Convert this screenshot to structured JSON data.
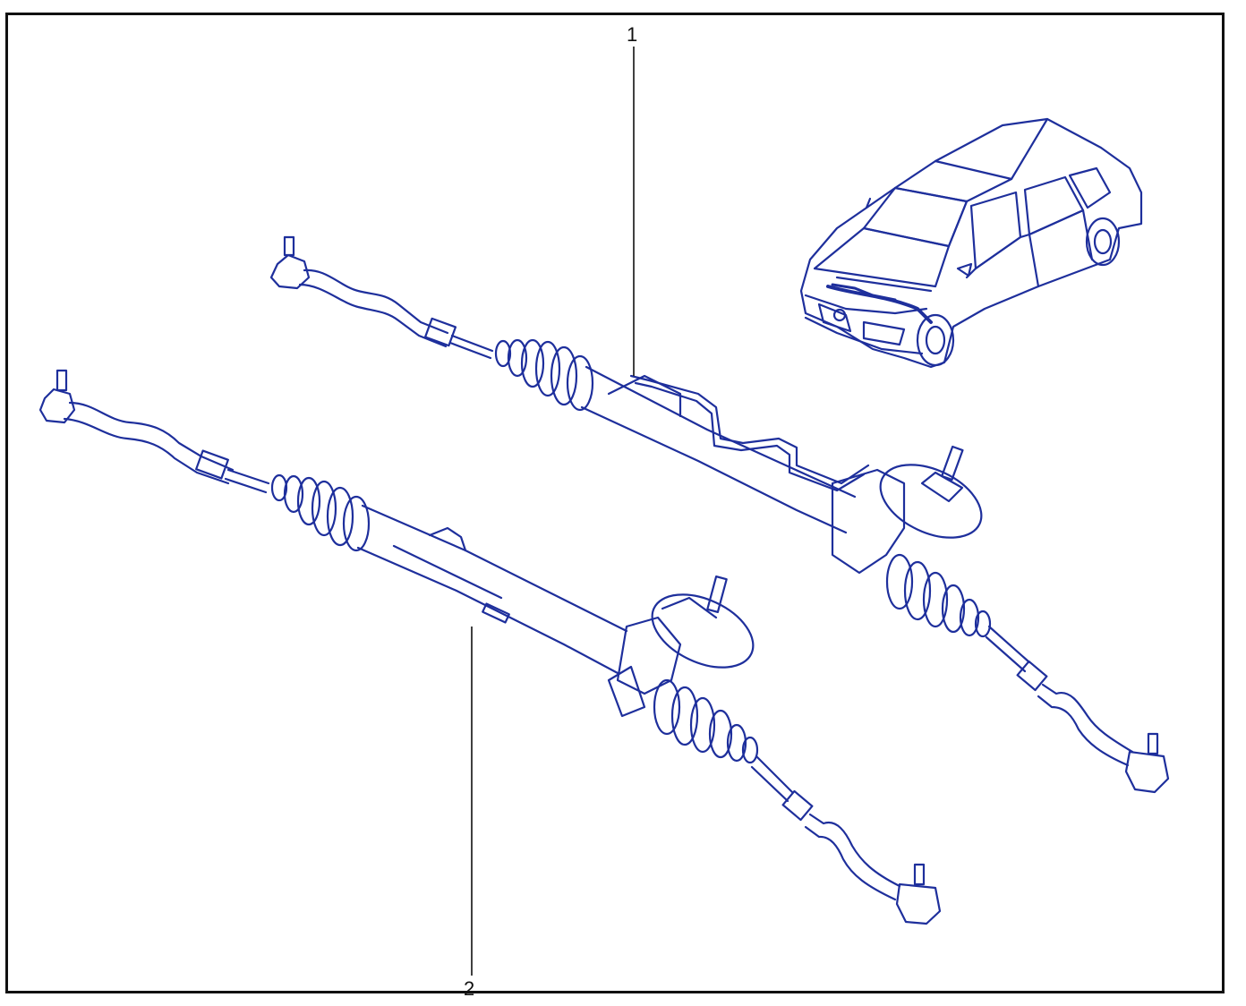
{
  "diagram": {
    "callouts": [
      {
        "id": "1",
        "label": "1"
      },
      {
        "id": "2",
        "label": "2"
      }
    ],
    "colors": {
      "line": "#1e2f9c",
      "fill": "#ffffff",
      "frame": "#111111",
      "leader": "#111111"
    },
    "parts": [
      {
        "name": "power-steering-rack",
        "callout": "1"
      },
      {
        "name": "manual-steering-rack",
        "callout": "2"
      },
      {
        "name": "vehicle-sedan"
      }
    ]
  }
}
